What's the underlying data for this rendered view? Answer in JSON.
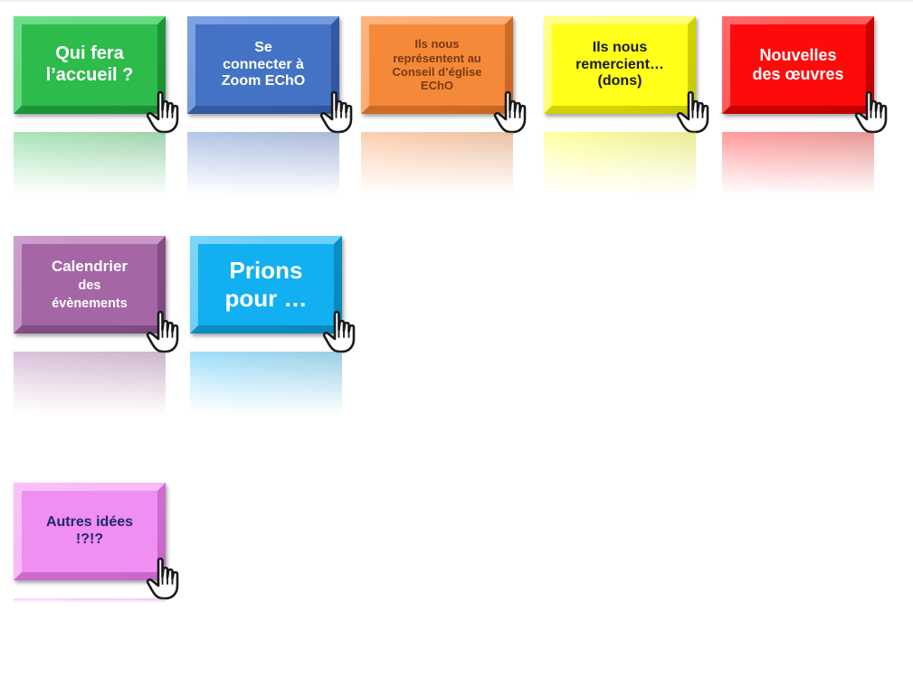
{
  "tiles": [
    {
      "id": "accueil",
      "lines": [
        "Qui fera",
        "l’accueil ?"
      ],
      "bg": "#2dbb4c",
      "dark": "#1a8f35",
      "light": "#6fe08a",
      "color": "#ffffff",
      "size": 20
    },
    {
      "id": "zoom",
      "lines": [
        "Se",
        "connecter à",
        "Zoom EChO"
      ],
      "bg": "#4472c4",
      "dark": "#2f559c",
      "light": "#7fa3e6",
      "color": "#ffffff",
      "size": 16
    },
    {
      "id": "conseil",
      "lines": [
        "Ils nous",
        "représentent au",
        "Conseil d’église",
        "EChO"
      ],
      "bg": "#f5893a",
      "dark": "#c96522",
      "light": "#ffb57f",
      "color": "#7a3a10",
      "size": 13
    },
    {
      "id": "remercient",
      "lines": [
        "Ils nous",
        "remercient…",
        "(dons)"
      ],
      "bg": "#ffff1a",
      "dark": "#c9c900",
      "light": "#ffff8a",
      "color": "#1a1a1a",
      "size": 16
    },
    {
      "id": "oeuvres",
      "lines": [
        "Nouvelles",
        "des œuvres"
      ],
      "bg": "#ff0a0a",
      "dark": "#c00000",
      "light": "#ff6b6b",
      "color": "#ffffff",
      "size": 18
    },
    {
      "id": "calendrier",
      "lines": [
        "Calendrier",
        "des",
        "évènements"
      ],
      "bg": "#a566a6",
      "dark": "#7d4a7e",
      "light": "#cf9fd0",
      "color": "#ffffff",
      "size": 17
    },
    {
      "id": "prions",
      "lines": [
        "Prions",
        "pour …"
      ],
      "bg": "#12b0f0",
      "dark": "#0b86b8",
      "light": "#7fd6fa",
      "color": "#ffffff",
      "size": 26
    },
    {
      "id": "autres",
      "lines": [
        "Autres idées",
        "!?!?"
      ],
      "bg": "#f08ef2",
      "dark": "#c765c9",
      "light": "#f9c4fa",
      "color": "#1f2a6b",
      "size": 16
    }
  ]
}
